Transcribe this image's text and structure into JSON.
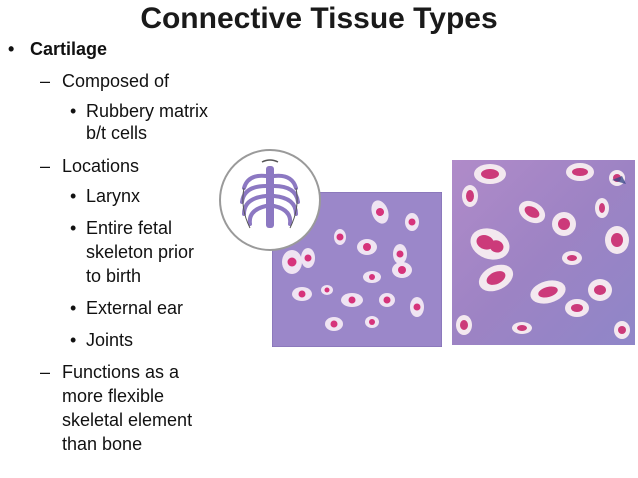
{
  "title": "Connective Tissue Types",
  "bullets": {
    "cartilage": "Cartilage",
    "composed_of": "Composed of",
    "composed_item_1": "Rubbery matrix",
    "composed_item_2": "b/t cells",
    "locations": "Locations",
    "loc_larynx": "Larynx",
    "loc_fetal_1": "Entire fetal",
    "loc_fetal_2": "skeleton prior",
    "loc_fetal_3": "to birth",
    "loc_ear": "External ear",
    "loc_joints": "Joints",
    "functions_1": "Functions as a",
    "functions_2": "more flexible",
    "functions_3": "skeletal element",
    "functions_4": "than bone"
  },
  "images": {
    "rib_cage_icon": "rib-cage-icon",
    "diagram": "cartilage-diagram",
    "micrograph": "cartilage-micrograph"
  },
  "colors": {
    "title": "#1a1a1a",
    "diagram_matrix": "#9b87c9",
    "micrograph_matrix": "#a083c6",
    "cell_nucleus": "#d6337b",
    "lacuna": "#efe4f2"
  }
}
